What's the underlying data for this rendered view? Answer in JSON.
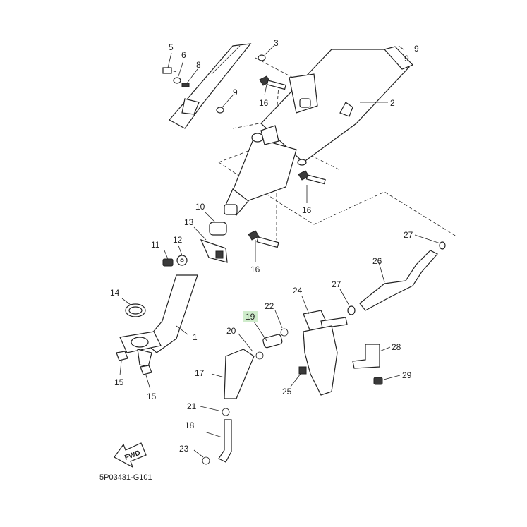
{
  "diagram_code": "5P03431-G101",
  "fwd_label": "FWD",
  "highlight_color": "#cfeccb",
  "callouts": {
    "c1": "1",
    "c2": "2",
    "c3": "3",
    "c5": "5",
    "c6": "6",
    "c8": "8",
    "c9a": "9",
    "c9b": "9",
    "c9c": "9",
    "c10": "10",
    "c11": "11",
    "c12": "12",
    "c13": "13",
    "c14": "14",
    "c15a": "15",
    "c15b": "15",
    "c16a": "16",
    "c16b": "16",
    "c16c": "16",
    "c17": "17",
    "c18": "18",
    "c19": "19",
    "c20": "20",
    "c21": "21",
    "c22": "22",
    "c23": "23",
    "c24": "24",
    "c25": "25",
    "c26": "26",
    "c27a": "27",
    "c27b": "27",
    "c28": "28",
    "c29": "29"
  }
}
